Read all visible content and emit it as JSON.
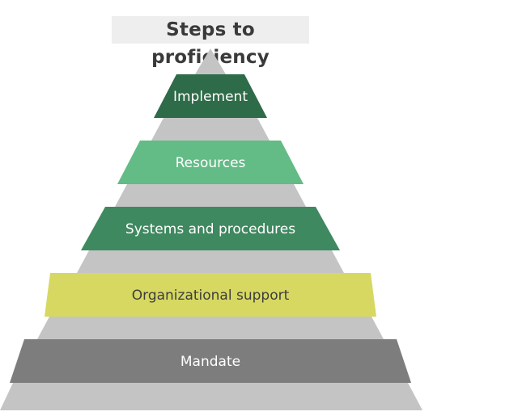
{
  "title": "Steps to proficiency",
  "levels": [
    {
      "label": "Implement",
      "band_color": "#2e6b48",
      "text_color": "#ffffff"
    },
    {
      "label": "Resources",
      "band_color": "#63bb85",
      "text_color": "#ffffff"
    },
    {
      "label": "Systems and procedures",
      "band_color": "#3f8960",
      "text_color": "#ffffff"
    },
    {
      "label": "Organizational support",
      "band_color": "#d6d862",
      "text_color": "#3d3d3d"
    },
    {
      "label": "Mandate",
      "band_color": "#7d7d7d",
      "text_color": "#ffffff"
    }
  ],
  "colors": {
    "pyramid_light": "#c4c4c4",
    "pyramid_dark": "#a3a3a3",
    "title_background": "#eeeeee"
  }
}
